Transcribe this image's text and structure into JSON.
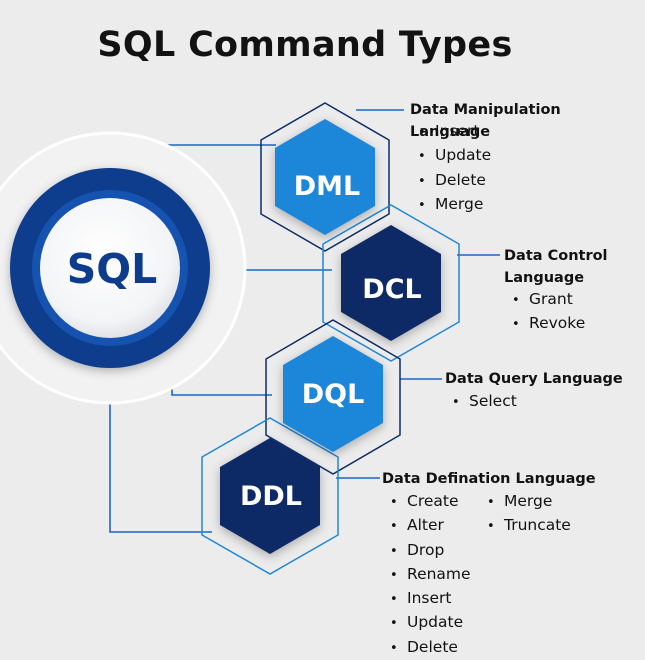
{
  "title": "SQL Command Types",
  "center": {
    "label": "SQL"
  },
  "colors": {
    "light_blue": "#1e86d8",
    "dark_navy": "#0c2c66",
    "ring": "#0d3c8c",
    "connector": "#1a66c4",
    "background": "#ececed"
  },
  "hexagons": [
    {
      "label": "DML",
      "color": "#1e86d8"
    },
    {
      "label": "DCL",
      "color": "#0c2c66"
    },
    {
      "label": "DQL",
      "color": "#1e86d8"
    },
    {
      "label": "DDL",
      "color": "#0c2c66"
    }
  ],
  "groups": {
    "dml": {
      "heading": "Data Manipulation Language",
      "items": [
        "Insert",
        "Update",
        "Delete",
        "Merge"
      ]
    },
    "dcl": {
      "heading_line1": "Data Control",
      "heading_line2": "Language",
      "items": [
        "Grant",
        "Revoke"
      ]
    },
    "dql": {
      "heading": "Data Query Language",
      "items": [
        "Select"
      ]
    },
    "ddl": {
      "heading": "Data Defination Language",
      "items_col1": [
        "Create",
        "Alter",
        "Drop",
        "Rename",
        "Insert",
        "Update",
        "Delete"
      ],
      "items_col2": [
        "Merge",
        "Truncate"
      ]
    }
  }
}
